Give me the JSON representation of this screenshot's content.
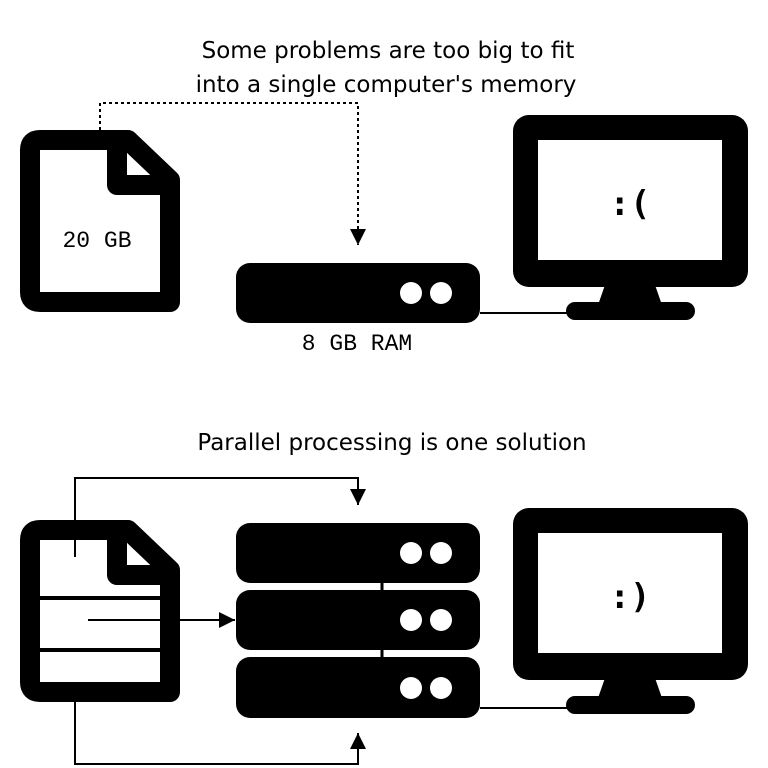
{
  "top": {
    "caption_line1": "Some problems are too big to fit",
    "caption_line2": "into a single computer's memory",
    "file_size": "20 GB",
    "ram_label": "8 GB RAM",
    "screen_face": ":("
  },
  "bottom": {
    "caption": "Parallel processing is one solution",
    "screen_face": ":)"
  }
}
